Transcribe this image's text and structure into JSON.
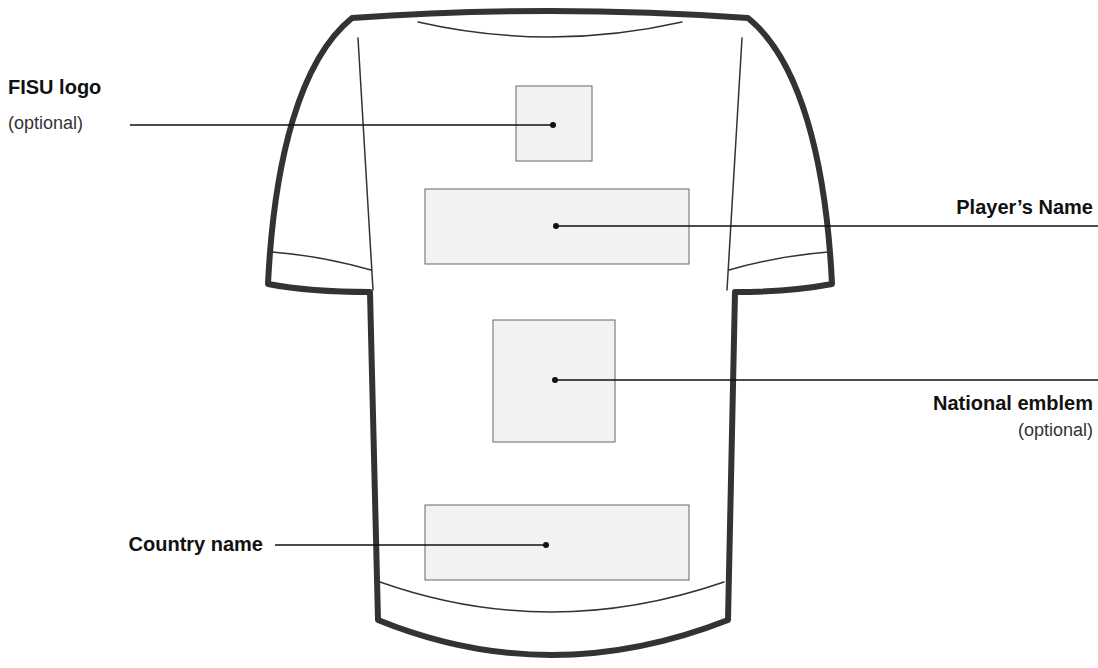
{
  "diagram": {
    "labels": [
      "FISU logo",
      "(optional)",
      "Player’s Name",
      "National emblem",
      "(optional)",
      "Country name"
    ]
  }
}
